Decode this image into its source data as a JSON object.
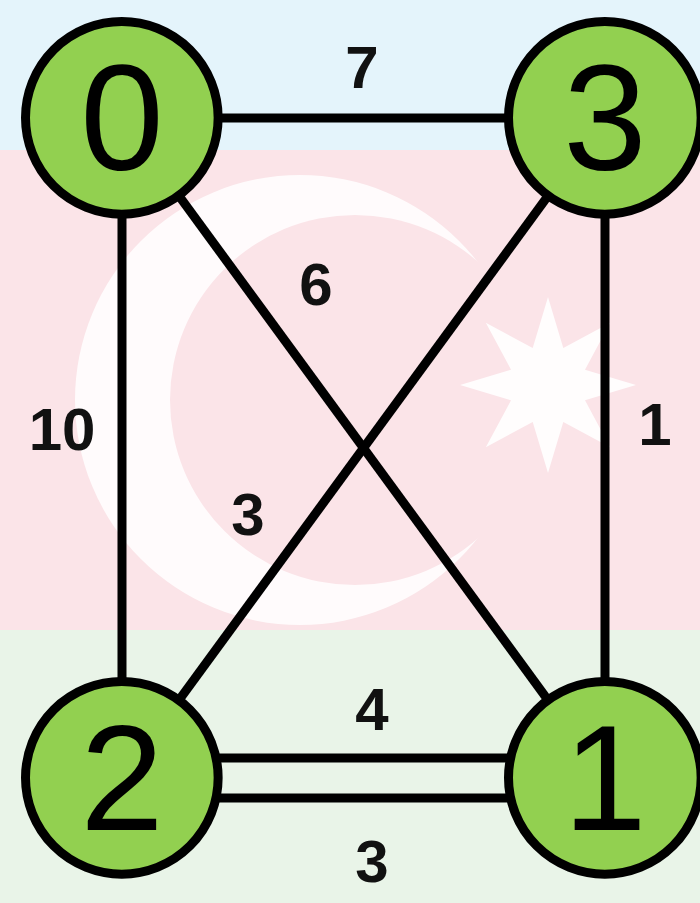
{
  "diagram": {
    "nodes": [
      {
        "text": [
          "0"
        ]
      },
      {
        "text": [
          "3"
        ]
      },
      {
        "text": [
          "2"
        ]
      },
      {
        "text": [
          "1"
        ]
      }
    ],
    "edges": [
      {
        "from": 0,
        "to": 1,
        "arrow": "none",
        "label": "7"
      },
      {
        "from": 0,
        "to": 3,
        "arrow": "none",
        "label": "6"
      },
      {
        "from": 1,
        "to": 3,
        "arrow": "none",
        "label": "1"
      },
      {
        "from": 0,
        "to": 2,
        "arrow": "none",
        "label": "10"
      },
      {
        "from": 1,
        "to": 2,
        "arrow": "none",
        "label": "3"
      },
      {
        "from": 2,
        "to": 3,
        "arrow": "none",
        "label": "4"
      },
      {
        "from": 2,
        "to": 3,
        "arrow": "none",
        "label": "3"
      }
    ]
  }
}
